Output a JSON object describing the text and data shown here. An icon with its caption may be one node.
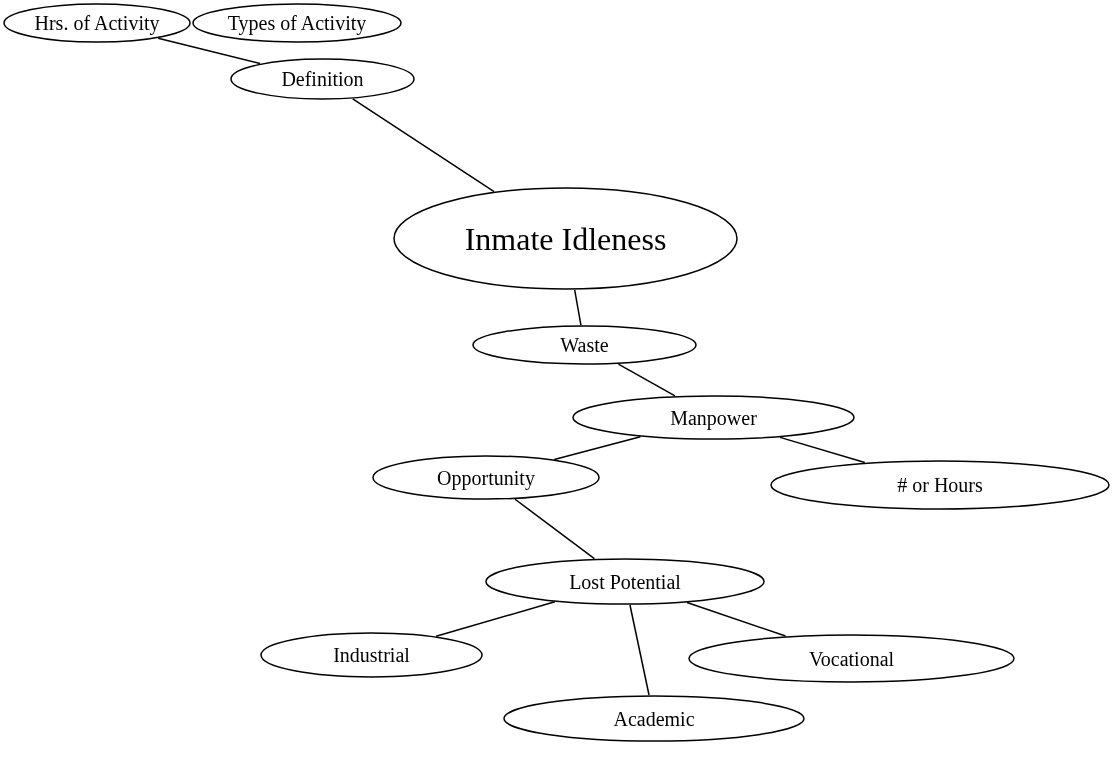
{
  "diagram": {
    "nodes": [
      {
        "text": [
          "Hrs. of Activity"
        ]
      },
      {
        "text": [
          "Types of Activity"
        ]
      },
      {
        "text": [
          "Definition"
        ]
      },
      {
        "text": [
          "Inmate Idleness"
        ]
      },
      {
        "text": [
          "Waste"
        ]
      },
      {
        "text": [
          "Manpower"
        ]
      },
      {
        "text": [
          "Opportunity"
        ]
      },
      {
        "text": [
          "# or Hours"
        ]
      },
      {
        "text": [
          "Lost Potential"
        ]
      },
      {
        "text": [
          "Industrial"
        ]
      },
      {
        "text": [
          "Vocational"
        ]
      },
      {
        "text": [
          "Academic"
        ]
      }
    ],
    "edges": [
      {
        "from": 0,
        "to": 2,
        "arrow": "none"
      },
      {
        "from": 2,
        "to": 3,
        "arrow": "none"
      },
      {
        "from": 3,
        "to": 4,
        "arrow": "none"
      },
      {
        "from": 4,
        "to": 5,
        "arrow": "none"
      },
      {
        "from": 5,
        "to": 6,
        "arrow": "none"
      },
      {
        "from": 5,
        "to": 7,
        "arrow": "none"
      },
      {
        "from": 6,
        "to": 8,
        "arrow": "none"
      },
      {
        "from": 8,
        "to": 9,
        "arrow": "none"
      },
      {
        "from": 8,
        "to": 10,
        "arrow": "none"
      },
      {
        "from": 8,
        "to": 11,
        "arrow": "none"
      }
    ]
  }
}
